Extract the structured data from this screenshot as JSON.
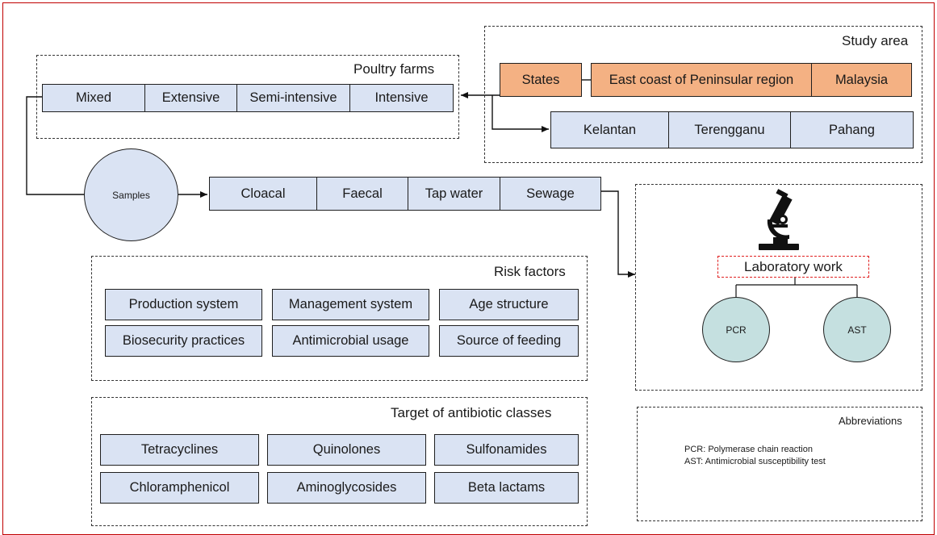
{
  "poultry_farms": {
    "title": "Poultry farms",
    "items": [
      "Mixed",
      "Extensive",
      "Semi-intensive",
      "Intensive"
    ]
  },
  "study_area": {
    "title": "Study area",
    "top_row": [
      "States",
      "East coast of Peninsular region",
      "Malaysia"
    ],
    "states": [
      "Kelantan",
      "Terengganu",
      "Pahang"
    ]
  },
  "samples": {
    "label": "Samples",
    "items": [
      "Cloacal",
      "Faecal",
      "Tap water",
      "Sewage"
    ]
  },
  "laboratory": {
    "title": "Laboratory work",
    "methods": [
      "PCR",
      "AST"
    ],
    "icon": "microscope-icon"
  },
  "risk_factors": {
    "title": "Risk factors",
    "items": [
      "Production system",
      "Management system",
      "Age structure",
      "Biosecurity practices",
      "Antimicrobial usage",
      "Source of feeding"
    ]
  },
  "antibiotic_classes": {
    "title": "Target of antibiotic classes",
    "items": [
      "Tetracyclines",
      "Quinolones",
      "Sulfonamides",
      "Chloramphenicol",
      "Aminoglycosides",
      "Beta lactams"
    ]
  },
  "abbreviations": {
    "title": "Abbreviations",
    "lines": [
      "PCR: Polymerase chain reaction",
      "AST: Antimicrobial susceptibility test"
    ]
  },
  "colors": {
    "box_fill": "#dae3f3",
    "highlight_fill": "#f4b183",
    "method_fill": "#c5e0e0",
    "frame_border": "#c00000"
  }
}
